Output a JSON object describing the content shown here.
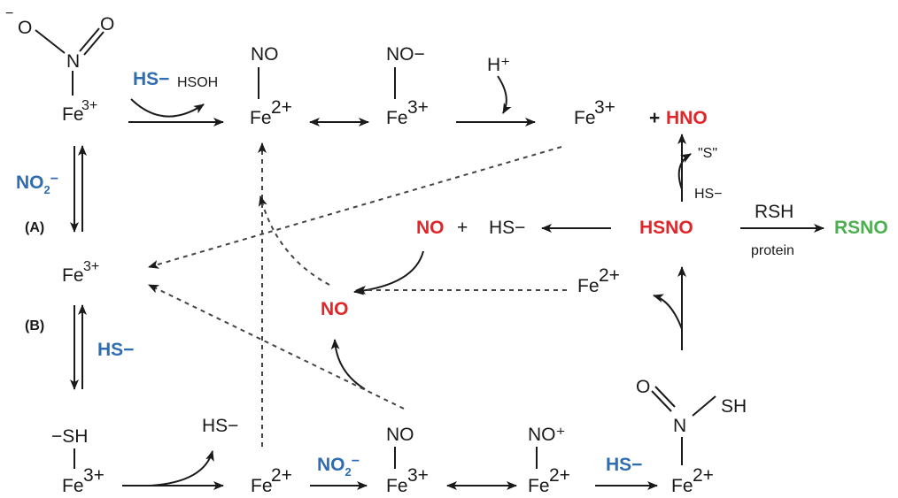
{
  "labels": {
    "nitrite_o_left": "O",
    "nitrite_o_left_charge": "−",
    "nitrite_n": "N",
    "nitrite_o_right": "O",
    "fe": "Fe",
    "fe3": "3+",
    "fe2": "2+",
    "hs_minus": "HS−",
    "hsoh": "HSOH",
    "no": "NO",
    "no_minus": "NO−",
    "no_plus": "NO⁺",
    "h_plus": "H⁺",
    "plus": "+",
    "hno": "HNO",
    "s_radical": "\"S\"",
    "hs_minus_small": "HS−",
    "nitrite": "NO2−",
    "nitrite_main": "NO",
    "nitrite_sub": "2",
    "nitrite_sup": "−",
    "label_a": "(A)",
    "label_b": "(B)",
    "hsno": "HSNO",
    "rsh": "RSH",
    "protein": "protein",
    "rsno": "RSNO",
    "sh_minus": "−SH",
    "sh_charge": "−",
    "sh": "SH",
    "o": "O",
    "n": "N"
  },
  "colors": {
    "blue": "#2f6db3",
    "red": "#e0262a",
    "green": "#4caf50",
    "black": "#1a1a1a"
  }
}
